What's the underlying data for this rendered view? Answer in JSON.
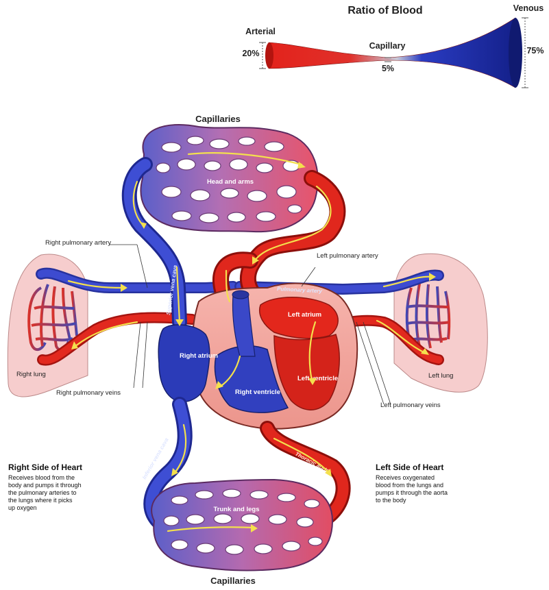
{
  "ratio": {
    "title": "Ratio of Blood",
    "arterial_label": "Arterial",
    "arterial_pct": "20%",
    "capillary_label": "Capillary",
    "capillary_pct": "5%",
    "venous_label": "Venous",
    "venous_pct": "75%",
    "colors": {
      "arterial": "#d8221c",
      "venous": "#1f2fae"
    }
  },
  "diagram": {
    "capillaries_top": "Capillaries",
    "capillaries_bottom": "Capillaries",
    "head_arms": "Head and arms",
    "trunk_legs": "Trunk and legs",
    "right_pulmonary_artery": "Right pulmonary artery",
    "left_pulmonary_artery": "Left pulmonary artery",
    "pulmonary_artery": "Pulmonary artery",
    "superior_vena_cava": "Superior vena cava",
    "inferior_vena_cava": "Inferior vena cava",
    "thoracic_aorta": "Thoracic aorta",
    "right_atrium": "Right atrium",
    "right_ventricle": "Right ventricle",
    "left_atrium": "Left atrium",
    "left_ventricle": "Left ventricle",
    "right_lung": "Right lung",
    "left_lung": "Left lung",
    "right_pulmonary_veins": "Right pulmonary veins",
    "left_pulmonary_veins": "Left pulmonary veins"
  },
  "right_side": {
    "title": "Right Side of Heart",
    "lines": [
      "Receives blood from the",
      "body and pumps it through",
      "the pulmonary arteries to",
      "the lungs where it picks",
      "up oxygen"
    ]
  },
  "left_side": {
    "title": "Left Side of Heart",
    "lines": [
      "Receives oxygenated",
      "blood from the lungs and",
      "pumps it through the aorta",
      "to the body"
    ]
  }
}
